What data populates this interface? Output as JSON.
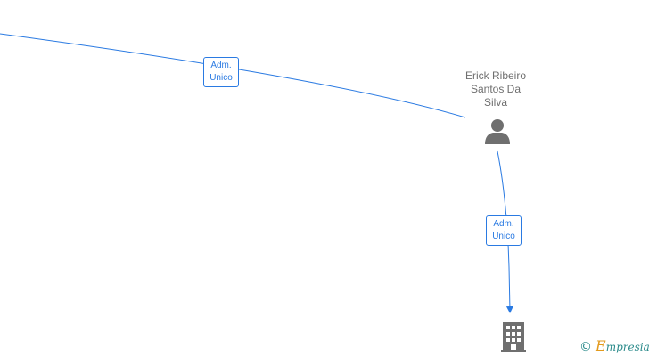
{
  "diagram": {
    "person": {
      "name_lines": [
        "Erick Ribeiro",
        "Santos Da",
        "Silva"
      ],
      "icon": "person-icon"
    },
    "company": {
      "icon": "building-icon"
    },
    "edges": [
      {
        "label_line1": "Adm.",
        "label_line2": "Unico"
      },
      {
        "label_line1": "Adm.",
        "label_line2": "Unico"
      }
    ]
  },
  "watermark": {
    "copyright_symbol": "©",
    "brand_initial": "E",
    "brand_rest": "mpresia"
  },
  "colors": {
    "edge": "#2a7ae2",
    "node_icon": "#6f6f6f",
    "brand_initial": "#e39a1c",
    "brand_text": "#2a8a8a"
  }
}
